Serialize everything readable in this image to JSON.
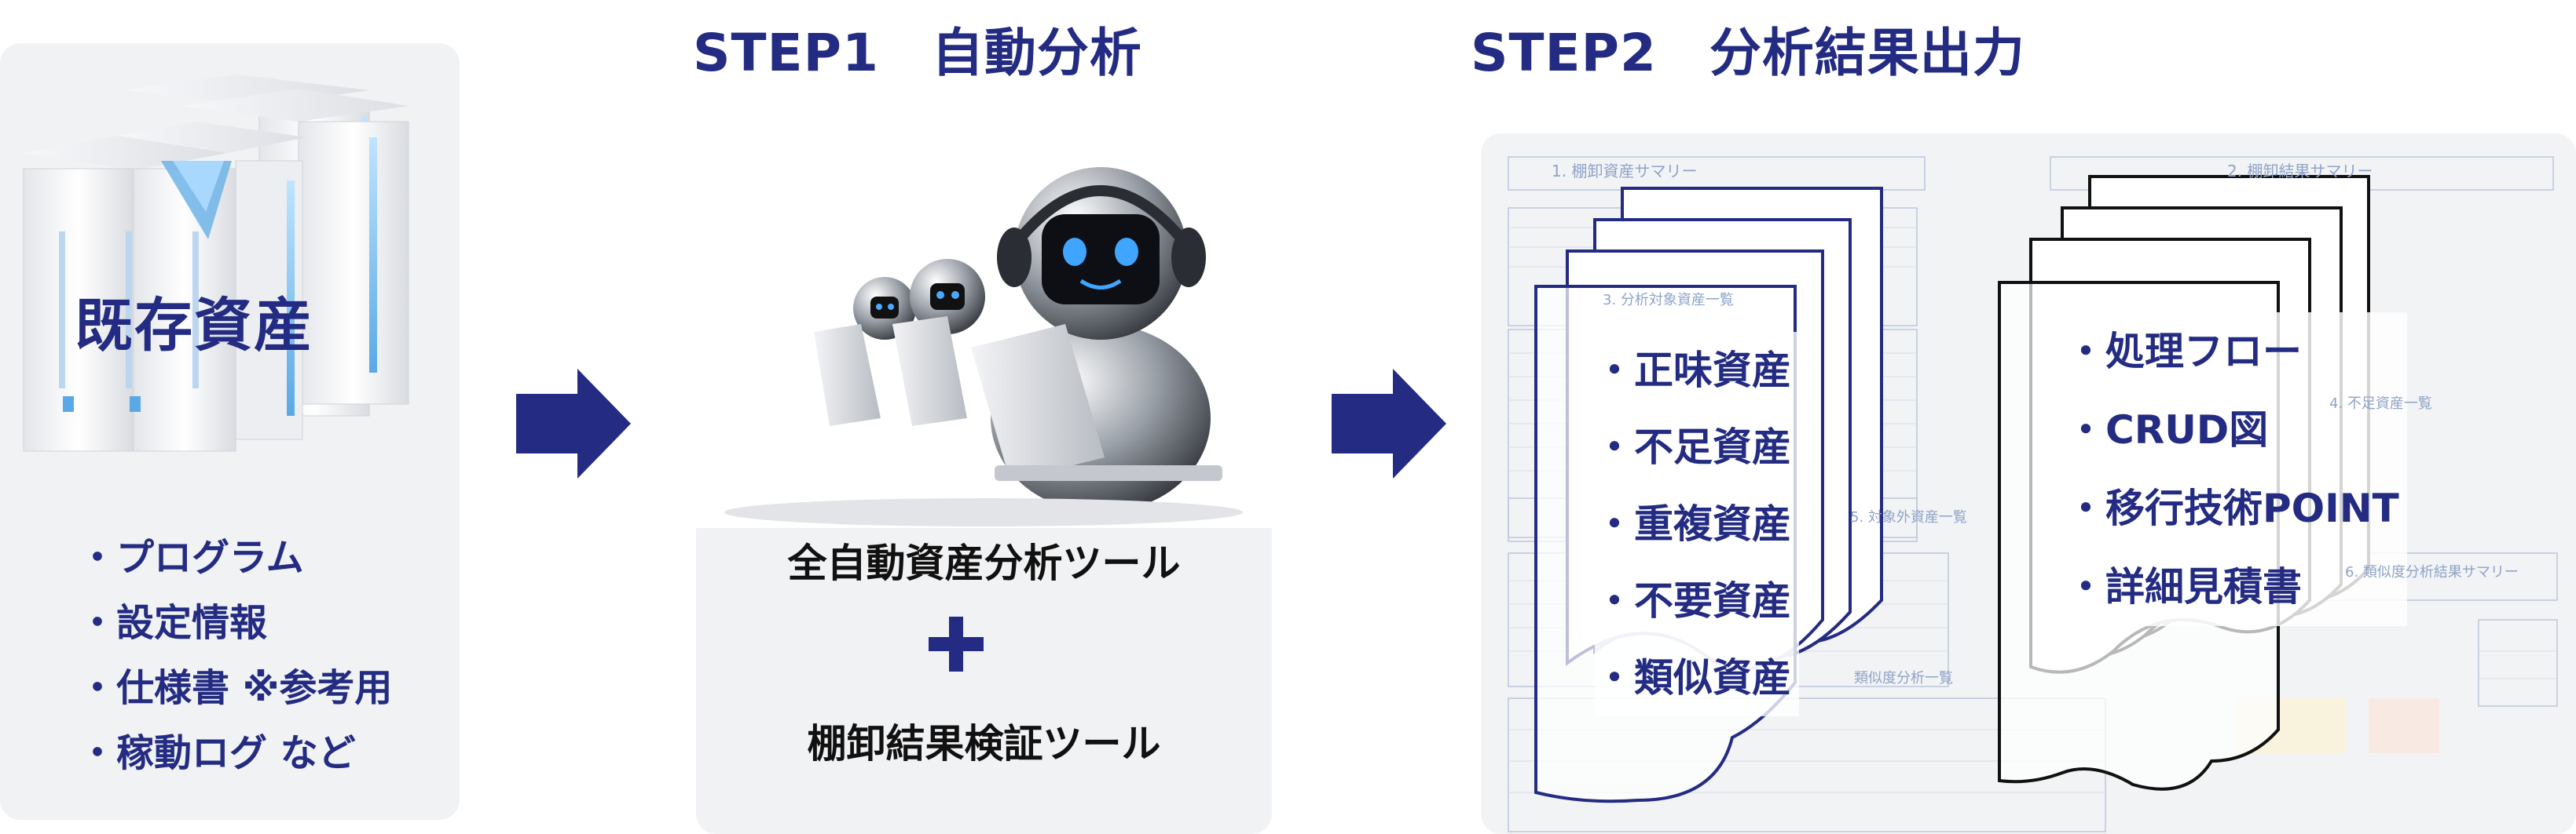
{
  "colors": {
    "navy": "#232c82",
    "panel_bg": "#f1f2f4",
    "doc_outline_navy": "#232c82",
    "doc_outline_black": "#111111"
  },
  "panel_existing": {
    "title": "既存資産",
    "items": [
      "プログラム",
      "設定情報",
      "仕様書 ※参考用",
      "稼動ログ など"
    ],
    "image_icon": "server-rack-icon"
  },
  "step1": {
    "title": "STEP1　自動分析",
    "image_icon": "robot-laptop-icon",
    "tool_1": "全自動資産分析ツール",
    "plus_icon": "plus-icon",
    "tool_2": "棚卸結果検証ツール"
  },
  "step2": {
    "title": "STEP2　分析結果出力",
    "left_doc_items": [
      "正味資産",
      "不足資産",
      "重複資産",
      "不要資産",
      "類似資産"
    ],
    "right_doc_items": [
      "処理フロー",
      "CRUD図",
      "移行技術POINT",
      "詳細見積書"
    ],
    "background_report_headings": [
      "1. 棚卸資産サマリー",
      "2. 棚卸結果サマリー",
      "3. 分析対象資産一覧",
      "4. 不足資産一覧",
      "5. 対象外資産一覧",
      "6. 類似度分析結果サマリー",
      "類似度分析一覧"
    ]
  },
  "arrow_icon": "right-arrow-icon"
}
